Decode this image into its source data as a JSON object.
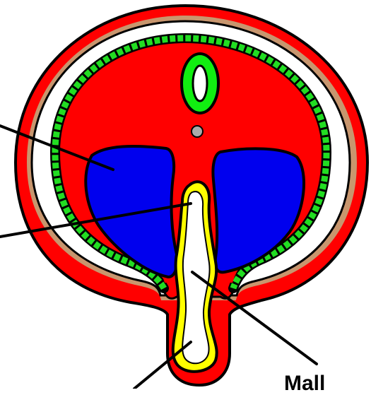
{
  "diagram": {
    "clipped_label": "Mall",
    "colors": {
      "background": "#ffffff",
      "outline": "#000000",
      "outer_red": "#ff0000",
      "brown_band": "#c8966e",
      "green_ring": "#00ee00",
      "green_dots": "#00cc00",
      "blue_regions": "#0000ee",
      "yellow_tube": "#ffff00",
      "tube_interior": "#ffffff",
      "center_dot": "#aaaaaa"
    },
    "structures": [
      {
        "name": "outer-red-layer",
        "color": "red"
      },
      {
        "name": "brown-band",
        "color": "tan"
      },
      {
        "name": "green-dotted-boundary",
        "color": "green"
      },
      {
        "name": "green-oval-ring",
        "color": "green"
      },
      {
        "name": "center-dot",
        "color": "gray"
      },
      {
        "name": "left-blue-region",
        "color": "blue"
      },
      {
        "name": "right-blue-region",
        "color": "blue"
      },
      {
        "name": "central-yellow-tube",
        "color": "yellow"
      }
    ],
    "pointer_lines": 4
  }
}
